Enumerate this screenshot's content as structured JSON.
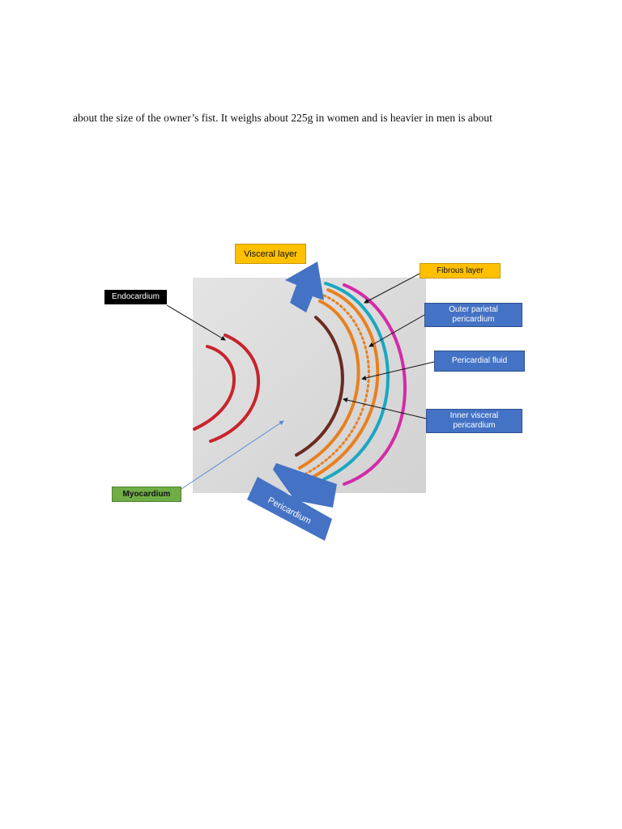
{
  "document": {
    "text_line": "about the size of the owner’s fist. It weighs about 225g in women and is heavier in men is about"
  },
  "figure": {
    "labels": {
      "visceral_layer": "Visceral layer",
      "fibrous_layer": "Fibrous layer",
      "endocardium": "Endocardium",
      "outer_parietal_1": "Outer parietal",
      "outer_parietal_2": "pericardium",
      "pericardial_fluid": "Pericardial fluid",
      "inner_visceral_1": "Inner visceral",
      "inner_visceral_2": "pericardium",
      "myocardium": "Myocardium",
      "pericardium": "Pericardium"
    },
    "colors": {
      "photo_bg": "#dcdcdc",
      "endocardium_stroke": "#c8232c",
      "inner_visceral_stroke": "#6b2a22",
      "orange_stroke": "#e8801f",
      "teal_stroke": "#1aa7c0",
      "magenta_stroke": "#d42aa8",
      "arrow_blue": "#4472c4"
    }
  }
}
